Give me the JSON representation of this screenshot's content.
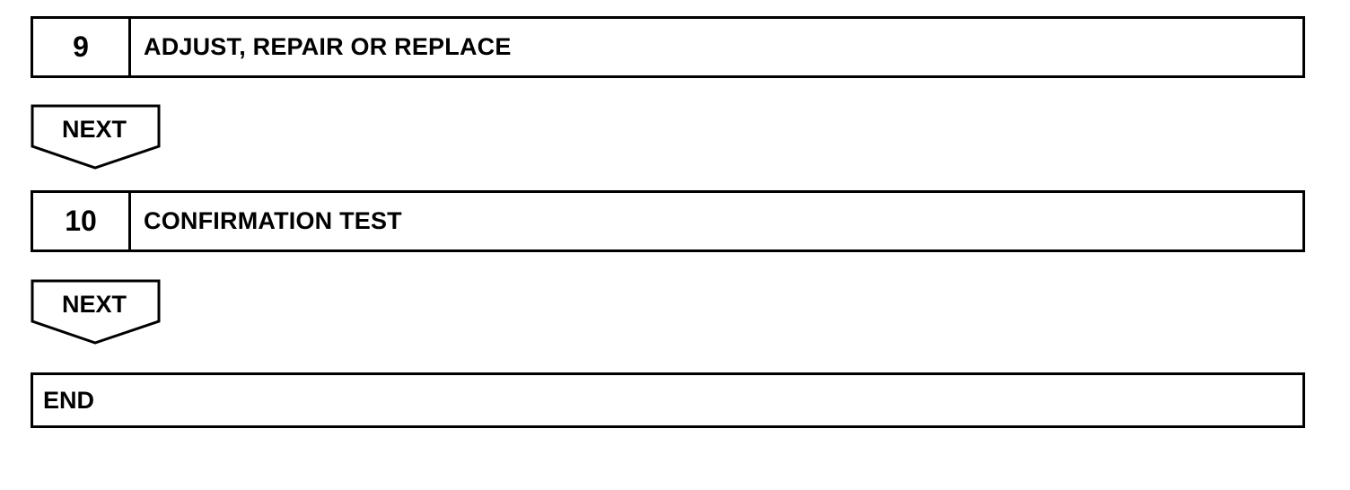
{
  "steps": [
    {
      "number": "9",
      "text": "ADJUST, REPAIR OR REPLACE"
    },
    {
      "number": "10",
      "text": "CONFIRMATION TEST"
    }
  ],
  "next_label": "NEXT",
  "end_label": "END"
}
